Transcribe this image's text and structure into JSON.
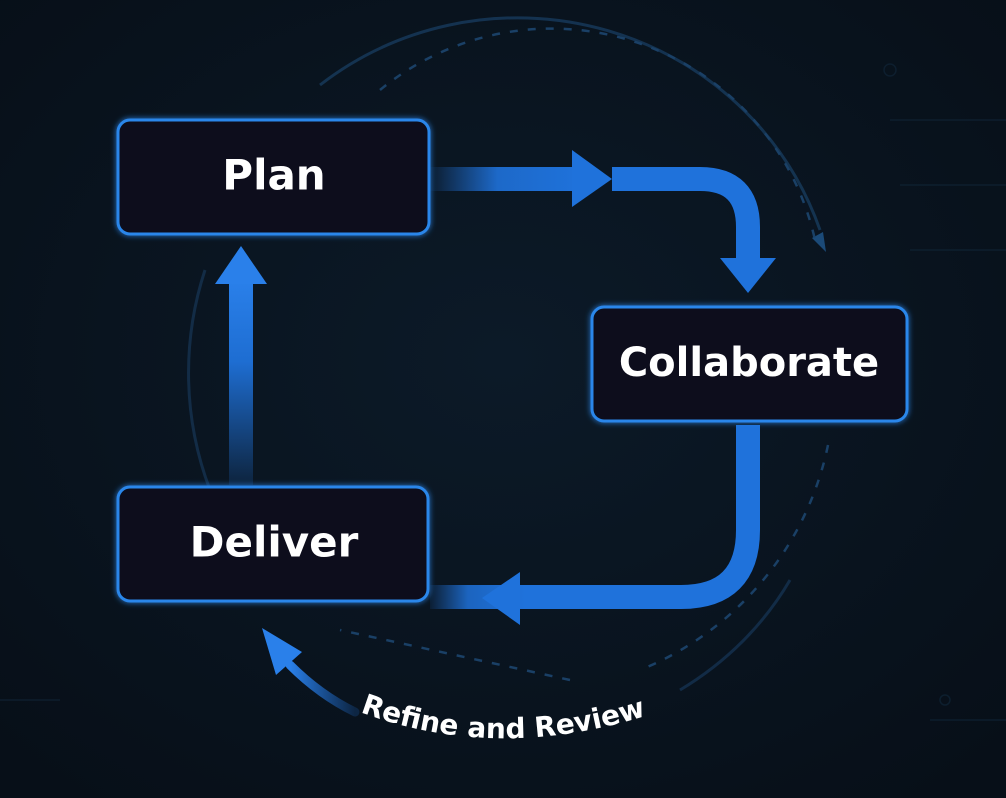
{
  "nodes": {
    "plan": {
      "label": "Plan"
    },
    "collaborate": {
      "label": "Collaborate"
    },
    "deliver": {
      "label": "Deliver"
    }
  },
  "cycle_label": "Refine and Review",
  "colors": {
    "background": "#08121d",
    "accent": "#1f72db",
    "node_border": "#2b86ea",
    "node_fill": "#07111c",
    "text": "#ffffff"
  }
}
